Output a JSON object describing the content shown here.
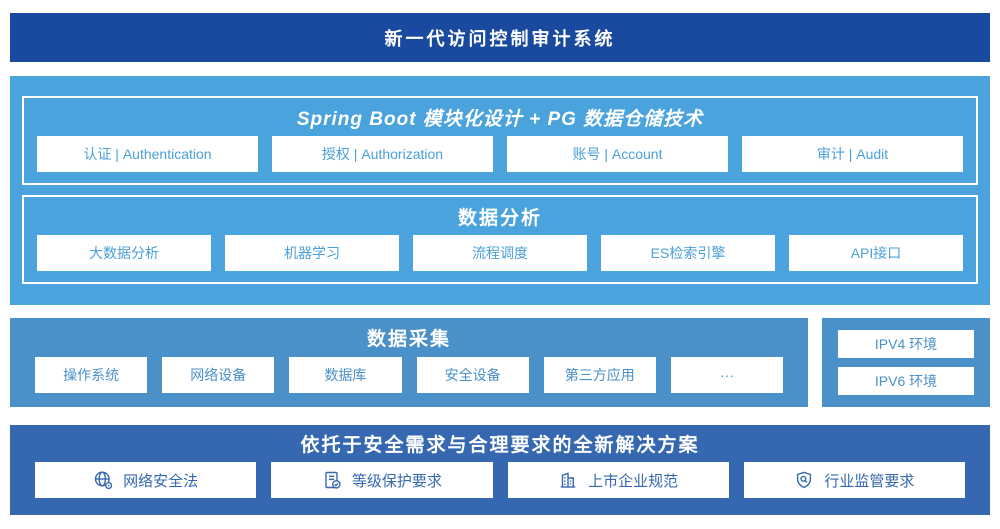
{
  "banner": {
    "title": "新一代访问控制审计系统"
  },
  "platform": {
    "spring": {
      "title": "Spring Boot 模块化设计 + PG 数据仓储技术",
      "items": [
        "认证 | Authentication",
        "授权 | Authorization",
        "账号 | Account",
        "审计 | Audit"
      ]
    },
    "analysis": {
      "title": "数据分析",
      "items": [
        "大数据分析",
        "机器学习",
        "流程调度",
        "ES检索引擎",
        "API接口"
      ]
    }
  },
  "collection": {
    "title": "数据采集",
    "items": [
      "操作系统",
      "网络设备",
      "数据库",
      "安全设备",
      "第三方应用",
      "···"
    ]
  },
  "environment": {
    "items": [
      "IPV4 环境",
      "IPV6 环境"
    ]
  },
  "solution": {
    "title": "依托于安全需求与合理要求的全新解决方案",
    "items": [
      {
        "icon": "globe-icon",
        "label": "网络安全法"
      },
      {
        "icon": "document-check-icon",
        "label": "等级保护要求"
      },
      {
        "icon": "building-icon",
        "label": "上市企业规范"
      },
      {
        "icon": "shield-magnifier-icon",
        "label": "行业监管要求"
      }
    ]
  },
  "colors": {
    "banner_bg": "#1A4AA0",
    "platform_bg": "#4AA3DC",
    "platform_item_text": "#4BA0D8",
    "collection_bg": "#4A90C9",
    "collection_item_text": "#4A90C9",
    "solution_bg": "#3568B0",
    "solution_item_text": "#3568B0",
    "box_bg": "#FFFFFF",
    "title_text": "#FFFFFF"
  }
}
